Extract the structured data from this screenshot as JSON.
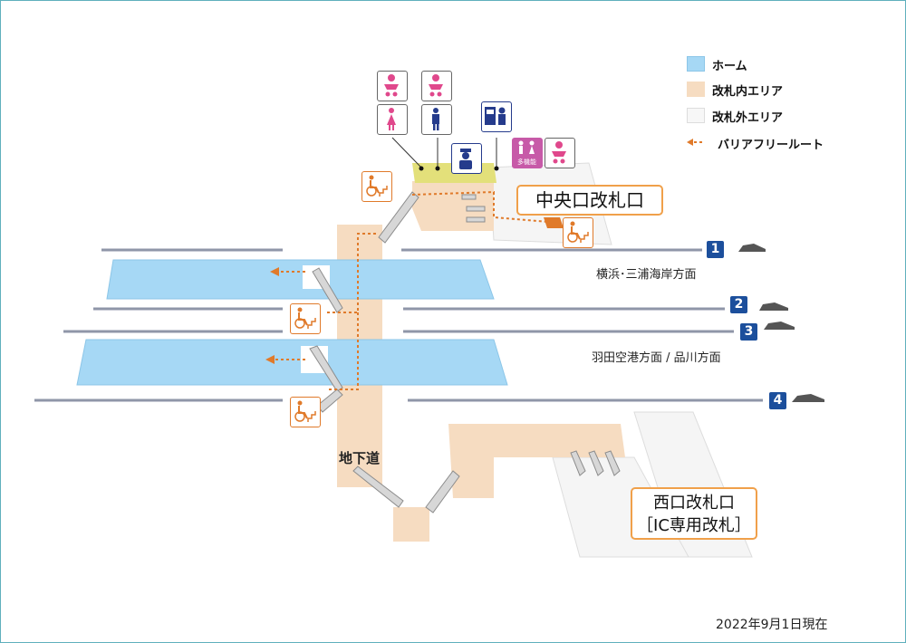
{
  "legend": {
    "items": [
      {
        "label": "ホーム",
        "color": "#a6d8f5"
      },
      {
        "label": "改札内エリア",
        "color": "#f6dcc1"
      },
      {
        "label": "改札外エリア",
        "color": "#f4f4f4"
      },
      {
        "label": "バリアフリールート",
        "color": "#e07a2a"
      }
    ]
  },
  "gates": {
    "central": "中央口改札口",
    "west_line1": "西口改札口",
    "west_line2": "［IC専用改札］"
  },
  "underpass": "地下道",
  "tracks": [
    {
      "number": "1",
      "color": "#1c4f9c"
    },
    {
      "number": "2",
      "color": "#1c4f9c"
    },
    {
      "number": "3",
      "color": "#1c4f9c"
    },
    {
      "number": "4",
      "color": "#1c4f9c"
    }
  ],
  "directions": {
    "track1": "横浜･三浦海岸方面",
    "track23": "羽田空港方面 / 品川方面"
  },
  "facility_icons": [
    "baby-changing-icon",
    "baby-changing-icon",
    "women-restroom-icon",
    "men-restroom-icon",
    "ticket-machine-icon",
    "station-staff-icon",
    "multipurpose-restroom-icon",
    "baby-changing-icon",
    "wheelchair-stair-lift-icon"
  ],
  "multipurpose_label": "多機能",
  "date_note": "2022年9月1日現在"
}
